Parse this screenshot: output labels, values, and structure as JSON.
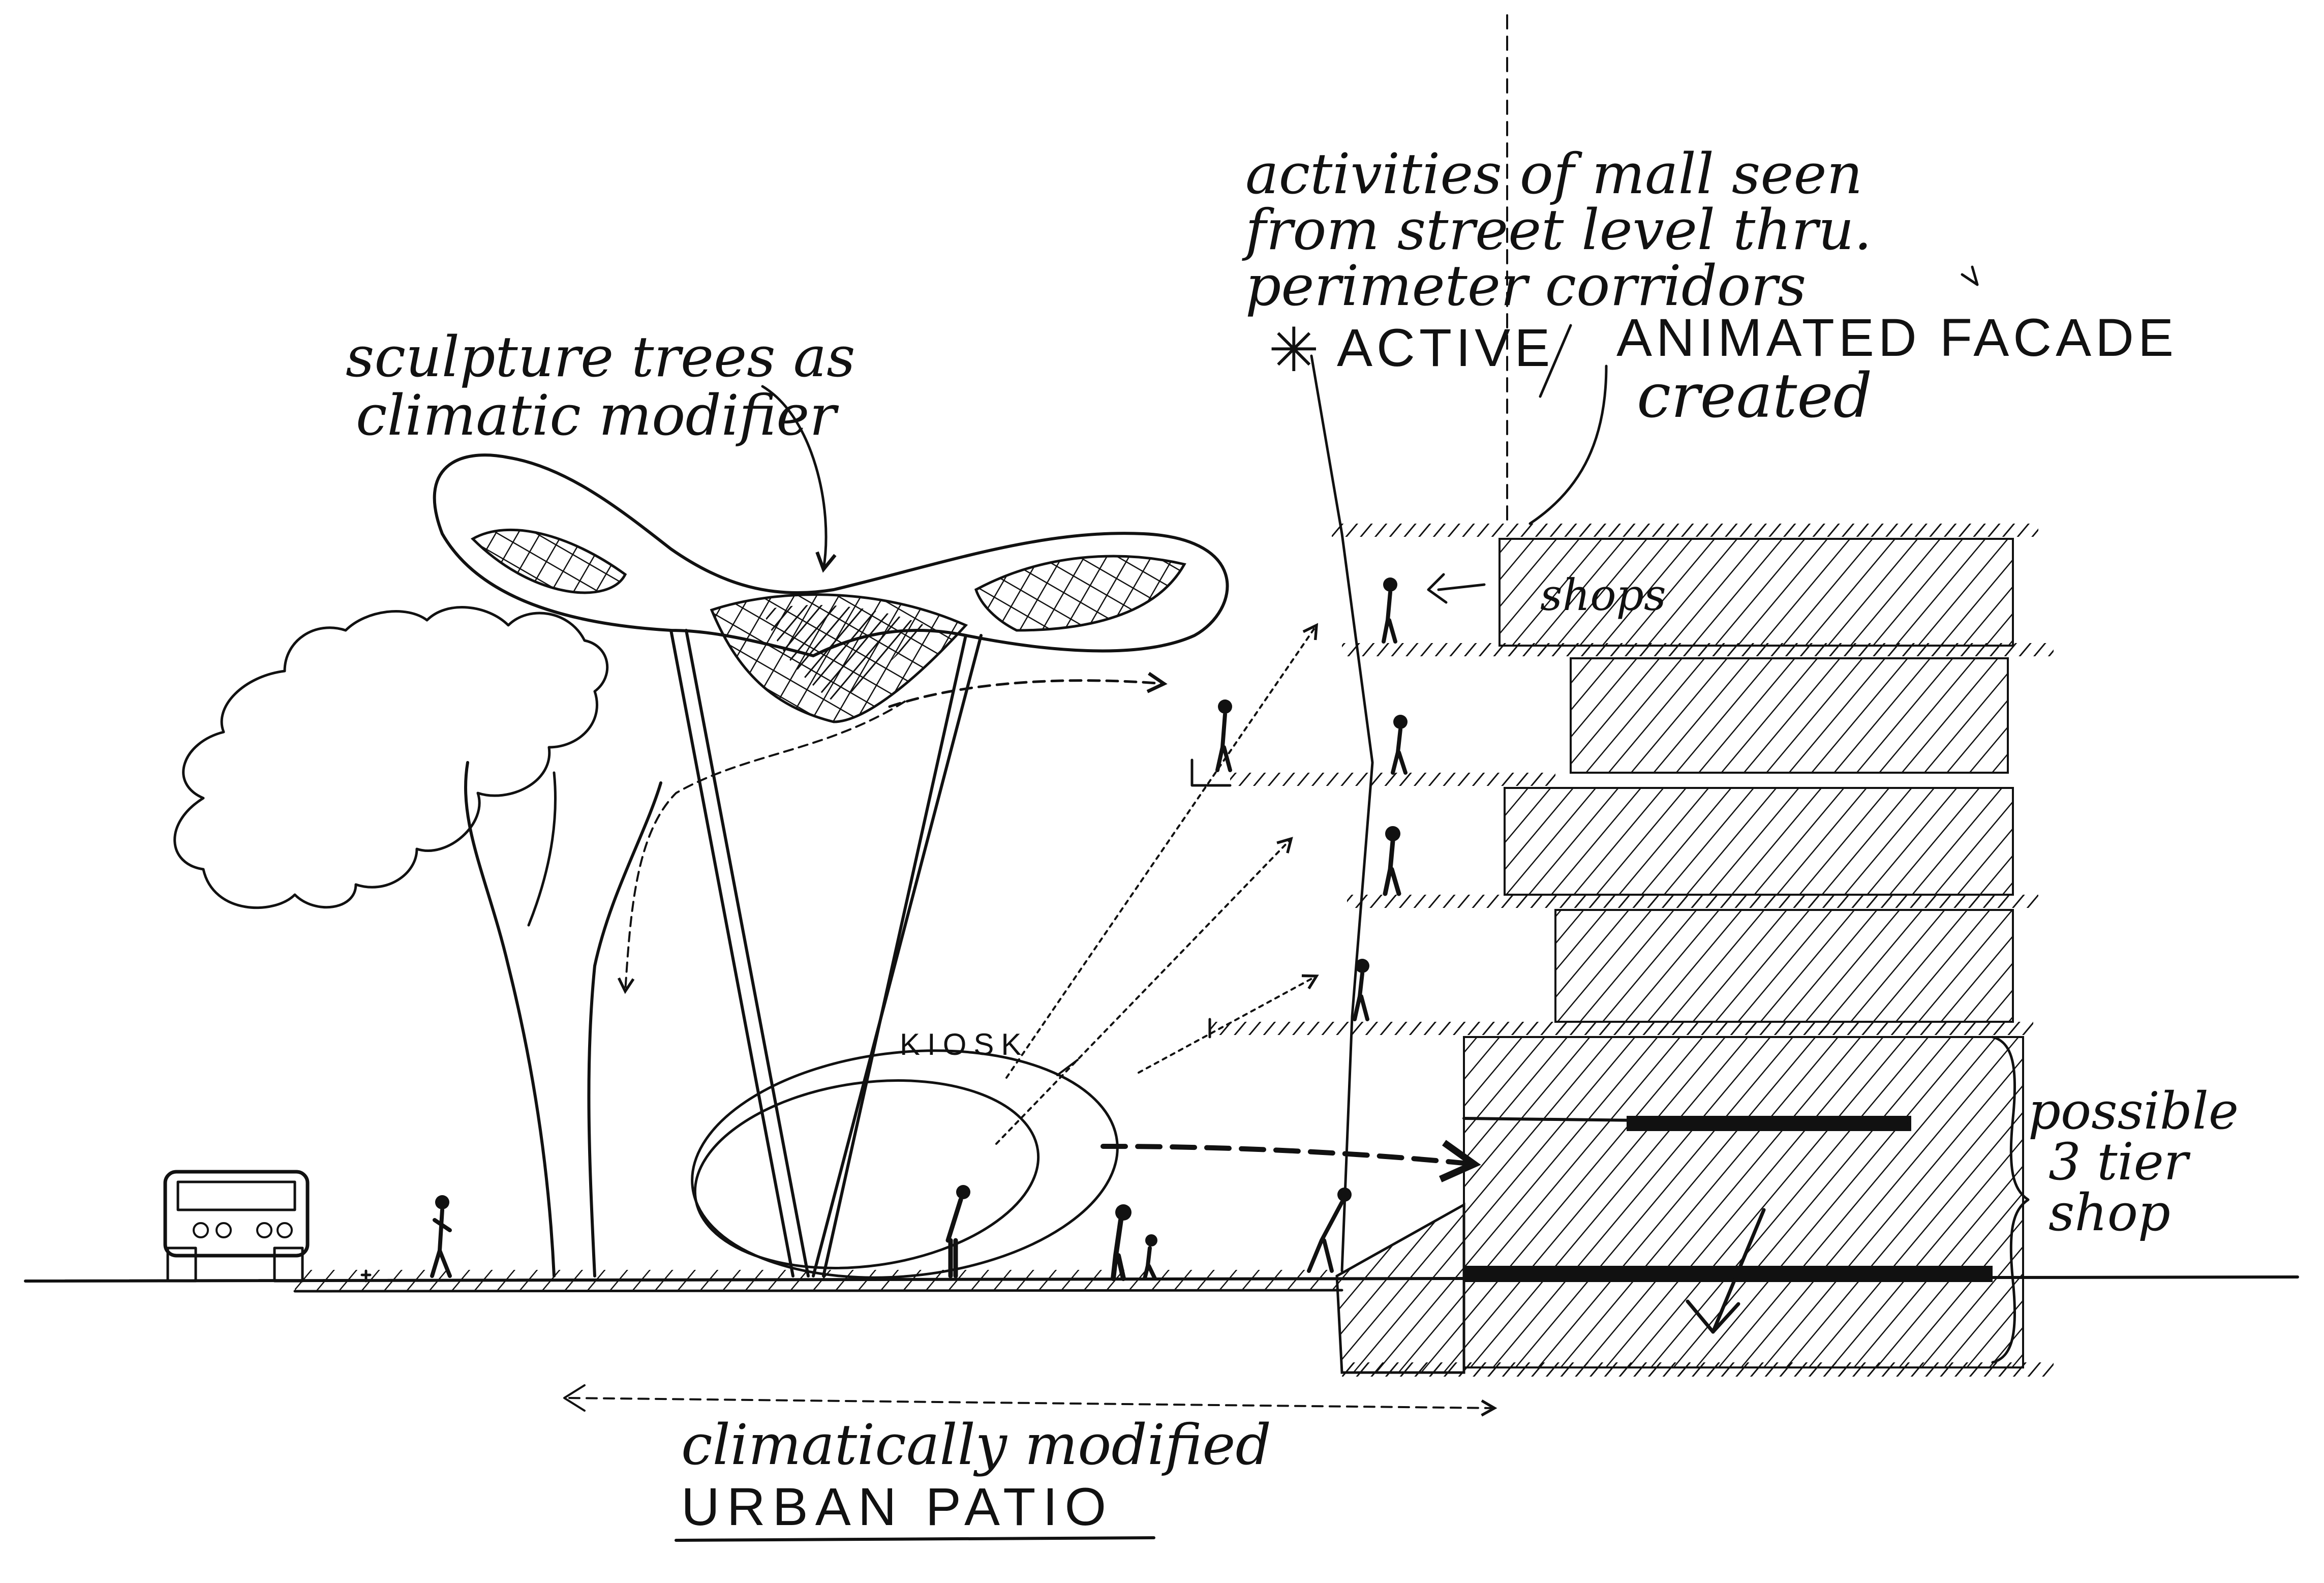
{
  "annotations": {
    "sculpture_line1": "sculpture trees as",
    "sculpture_line2": "climatic modifier",
    "activities_line1": "activities of mall seen",
    "activities_line2": "from street level thru.",
    "activities_line3": "perimeter corridors",
    "active": "ACTIVE",
    "animated": "ANIMATED FACADE",
    "created": "created",
    "shops": "shops",
    "kiosk": "KIOSK",
    "possible_line1": "possible",
    "possible_line2": "3 tier",
    "possible_line3": "shop",
    "climatically": "climatically modified",
    "urban_patio": "URBAN PATIO"
  },
  "colors": {
    "ink": "#111111",
    "paper": "#ffffff"
  }
}
